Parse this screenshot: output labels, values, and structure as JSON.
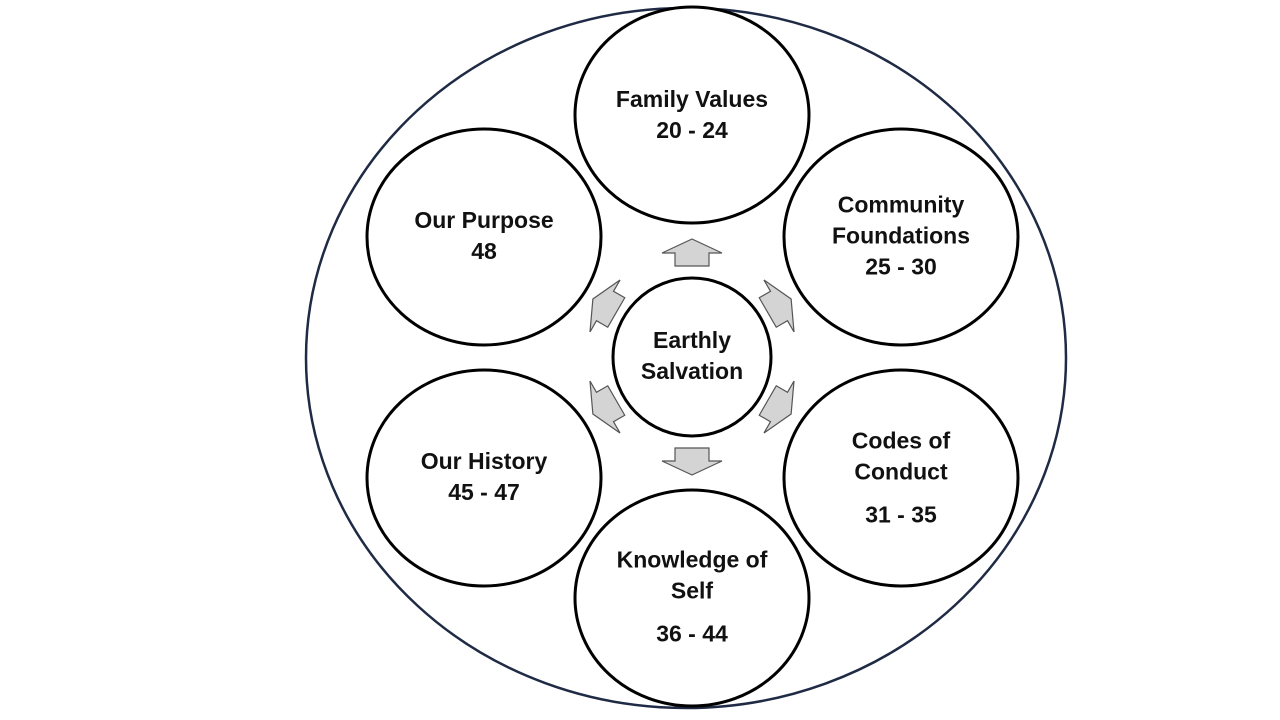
{
  "diagram": {
    "colors": {
      "outer_ring": "#1f2a44",
      "node_stroke": "#000000",
      "node_fill": "#ffffff",
      "arrow_fill": "#d4d4d4",
      "arrow_stroke": "#555555",
      "text": "#111111"
    },
    "center": {
      "line1": "Earthly",
      "line2": "Salvation"
    },
    "nodes": {
      "family_values": {
        "line1": "Family Values",
        "range": "20 - 24"
      },
      "community_foundations": {
        "line1": "Community",
        "line2": "Foundations",
        "range": "25 - 30"
      },
      "codes_of_conduct": {
        "line1": "Codes of",
        "line2": "Conduct",
        "range": "31 - 35"
      },
      "knowledge_of_self": {
        "line1": "Knowledge of",
        "line2": "Self",
        "range": "36 - 44"
      },
      "our_history": {
        "line1": "Our History",
        "range": "45 - 47"
      },
      "our_purpose": {
        "line1": "Our Purpose",
        "range": "48"
      }
    },
    "arrow_icon": "block-arrow-icon"
  }
}
